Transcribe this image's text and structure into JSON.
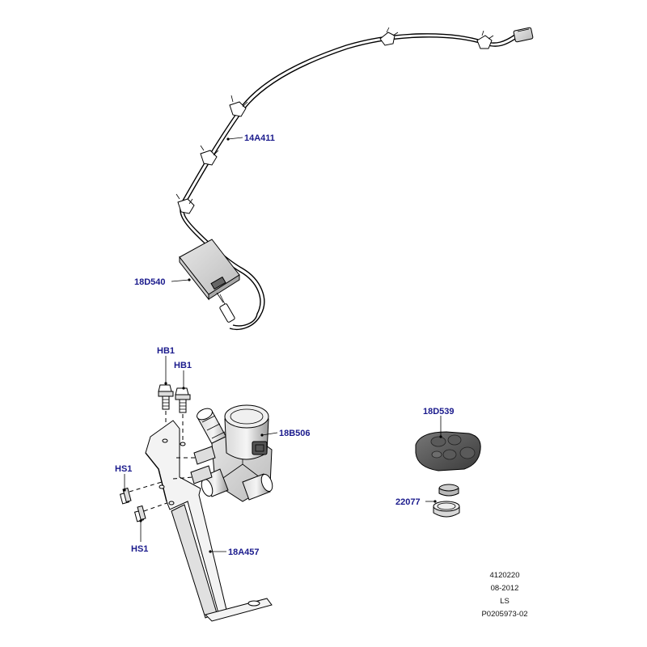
{
  "callouts": {
    "harness": "14A411",
    "receiver": "18D540",
    "bolt_upper_1": "HB1",
    "bolt_upper_2": "HB1",
    "valve": "18B506",
    "bolt_lower_1": "HS1",
    "bolt_lower_2": "HS1",
    "bracket": "18A457",
    "remote": "18D539",
    "battery": "22077"
  },
  "footer": {
    "line1": "4120220",
    "line2": "08-2012",
    "line3": "LS",
    "line4": "P0205973-02"
  },
  "colors": {
    "callout_text": "#1a1a8c",
    "line": "#000000",
    "part_shade": "#9a9a9a"
  }
}
